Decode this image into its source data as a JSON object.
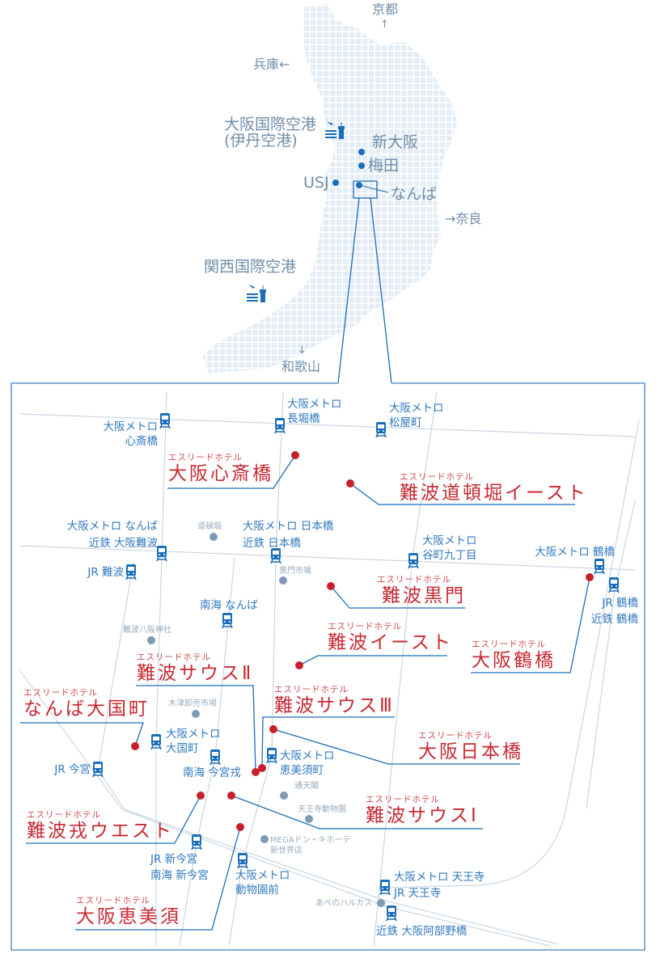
{
  "colors": {
    "accent_blue": "#1a6eb8",
    "hotel_red": "#c8202b",
    "rail_line": "#c9d7e4",
    "landmark": "#7e9ab4",
    "region_fill": "#e6eef7"
  },
  "overview": {
    "kyoto": "京都",
    "kyoto_arrow": "↑",
    "hyogo": "兵庫←",
    "itami_line1": "大阪国際空港",
    "itami_line2": "(伊丹空港)",
    "shin_osaka": "新大阪",
    "umeda": "梅田",
    "usj": "USJ",
    "namba": "なんば",
    "nara": "→奈良",
    "kansai": "関西国際空港",
    "wakayama_arrow": "↓",
    "wakayama": "和歌山",
    "icons": [
      "airport-icon",
      "station-dot-icon"
    ]
  },
  "stations": [
    {
      "l1": "大阪メトロ",
      "l2": "心斎橋"
    },
    {
      "l1": "大阪メトロ",
      "l2": "長堀橋"
    },
    {
      "l1": "大阪メトロ",
      "l2": "松屋町"
    },
    {
      "l1": "大阪メトロ なんば",
      "l2": "近鉄 大阪難波"
    },
    {
      "l1": "大阪メトロ 日本橋",
      "l2": "近鉄 日本橋"
    },
    {
      "l1": "大阪メトロ",
      "l2": "谷町九丁目"
    },
    {
      "l1": "大阪メトロ 鶴橋"
    },
    {
      "l1": "JR 鶴橋",
      "l2": "近鉄 鶴橋"
    },
    {
      "l1": "JR 難波"
    },
    {
      "l1": "南海 なんば"
    },
    {
      "l1": "大阪メトロ",
      "l2": "大国町"
    },
    {
      "l1": "南海 今宮戎"
    },
    {
      "l1": "大阪メトロ",
      "l2": "恵美須町"
    },
    {
      "l1": "JR 今宮"
    },
    {
      "l1": "JR 新今宮",
      "l2": "南海 新今宮"
    },
    {
      "l1": "大阪メトロ",
      "l2": "動物園前"
    },
    {
      "l1": "大阪メトロ 天王寺",
      "l2": "JR 天王寺"
    },
    {
      "l1": "近鉄 大阪阿部野橋"
    }
  ],
  "landmarks": [
    {
      "name": "道頓堀"
    },
    {
      "name": "黒門市場"
    },
    {
      "name": "難波八阪神社"
    },
    {
      "name": "木津卸売市場"
    },
    {
      "name": "通天閣"
    },
    {
      "name": "天王寺動物園"
    },
    {
      "name": "MEGAドン・キホーテ",
      "name2": "新世界店"
    },
    {
      "name": "あべのハルカス"
    }
  ],
  "hotels": [
    {
      "brand": "エスリードホテル",
      "name": "大阪心斎橋"
    },
    {
      "brand": "エスリードホテル",
      "name": "難波道頓堀イースト"
    },
    {
      "brand": "エスリードホテル",
      "name": "難波黒門"
    },
    {
      "brand": "エスリードホテル",
      "name": "難波イースト"
    },
    {
      "brand": "エスリードホテル",
      "name": "大阪鶴橋"
    },
    {
      "brand": "エスリードホテル",
      "name": "難波サウスⅡ"
    },
    {
      "brand": "エスリードホテル",
      "name": "なんば大国町"
    },
    {
      "brand": "エスリードホテル",
      "name": "難波サウスⅢ"
    },
    {
      "brand": "エスリードホテル",
      "name": "大阪日本橋"
    },
    {
      "brand": "エスリードホテル",
      "name": "難波サウスⅠ"
    },
    {
      "brand": "エスリードホテル",
      "name": "難波戎ウエスト"
    },
    {
      "brand": "エスリードホテル",
      "name": "大阪恵美須"
    }
  ]
}
